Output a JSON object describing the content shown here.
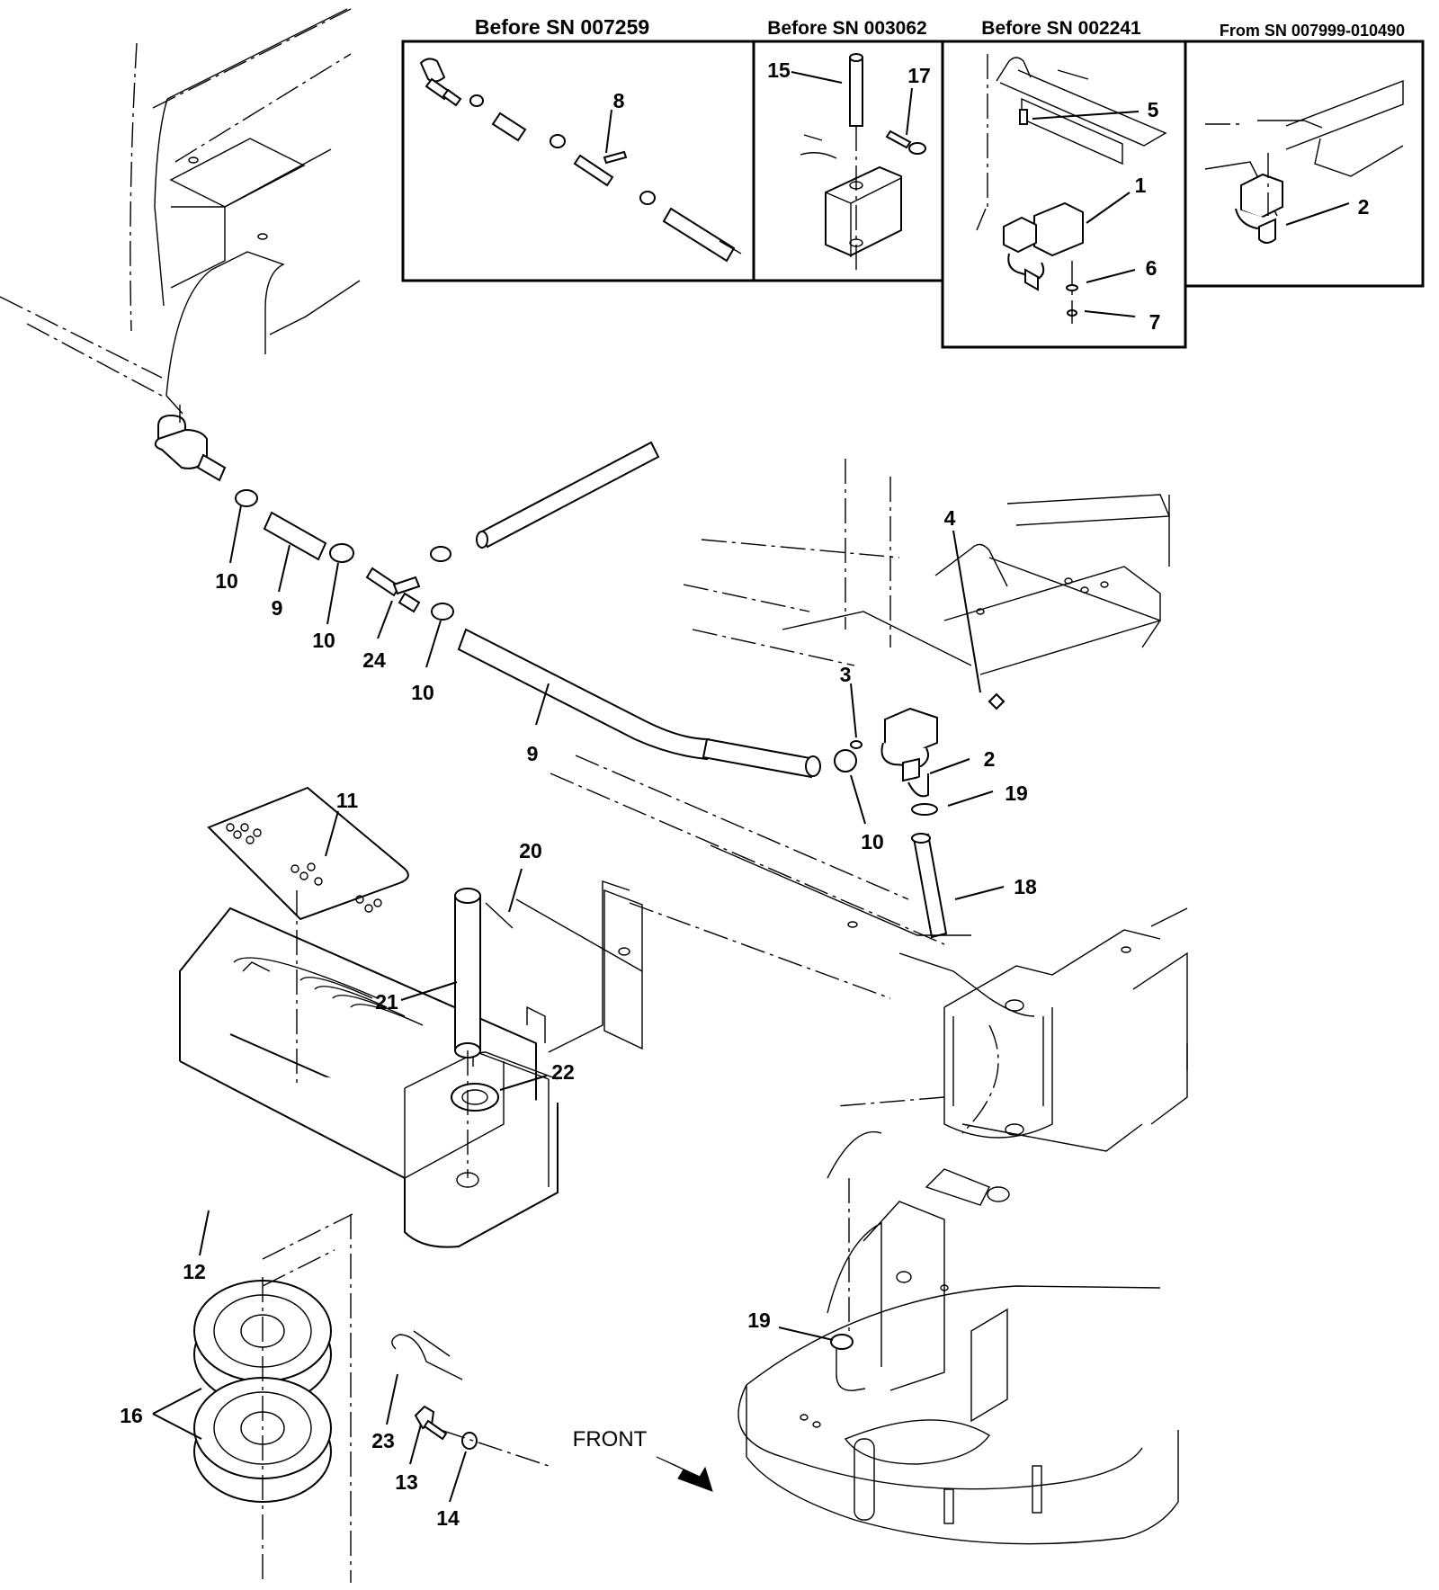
{
  "insets": [
    {
      "header": "Before SN 007259"
    },
    {
      "header": "Before SN 003062"
    },
    {
      "header": "Before SN 002241"
    },
    {
      "header": "From SN 007999-010490"
    }
  ],
  "callouts": {
    "c8": "8",
    "c15": "15",
    "c17": "17",
    "c5": "5",
    "c1": "1",
    "c6": "6",
    "c7": "7",
    "c2_inset": "2",
    "c10a": "10",
    "c9a": "9",
    "c10b": "10",
    "c24": "24",
    "c10c": "10",
    "c9b": "9",
    "c4": "4",
    "c3": "3",
    "c2": "2",
    "c19a": "19",
    "c10d": "10",
    "c18": "18",
    "c11": "11",
    "c20": "20",
    "c21": "21",
    "c22": "22",
    "c12": "12",
    "c16": "16",
    "c23": "23",
    "c13": "13",
    "c14": "14",
    "c19b": "19"
  },
  "front_label": "FRONT"
}
